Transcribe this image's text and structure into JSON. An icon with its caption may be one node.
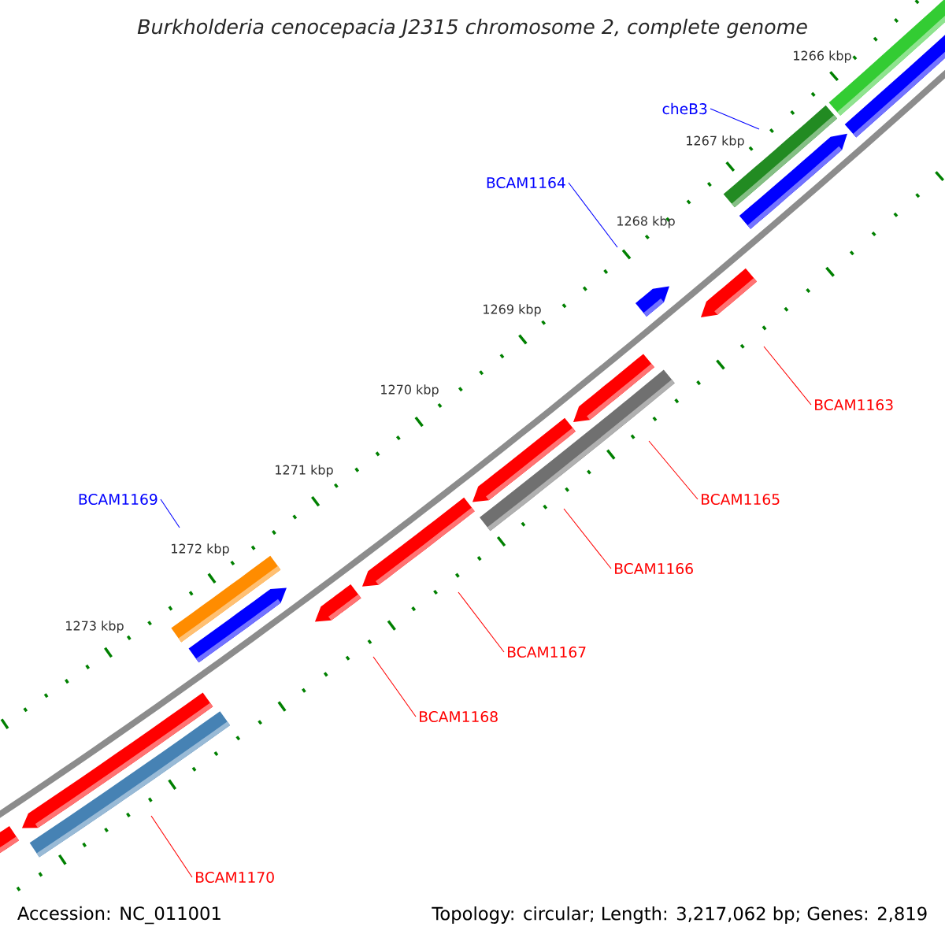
{
  "diagram": {
    "title": "Burkholderia cenocepacia J2315 chromosome 2, complete genome",
    "nodes": [
      {
        "text": [
          "cheB3"
        ]
      },
      {
        "text": [
          "BCAM1164"
        ]
      },
      {
        "text": [
          "BCAM1163"
        ]
      },
      {
        "text": [
          "BCAM1165"
        ]
      },
      {
        "text": [
          "BCAM1166"
        ]
      },
      {
        "text": [
          "BCAM1167"
        ]
      },
      {
        "text": [
          "BCAM1168"
        ]
      },
      {
        "text": [
          "BCAM1169"
        ]
      },
      {
        "text": [
          "BCAM1170"
        ]
      }
    ],
    "edges": [
      {
        "from": 0,
        "to": null,
        "arrow": "none",
        "color": "#0000ff"
      },
      {
        "from": 1,
        "to": null,
        "arrow": "none",
        "color": "#0000ff"
      },
      {
        "from": 2,
        "to": null,
        "arrow": "none"
      },
      {
        "from": 3,
        "to": null,
        "arrow": "none"
      },
      {
        "from": 4,
        "to": null,
        "arrow": "none"
      },
      {
        "from": 5,
        "to": null,
        "arrow": "none"
      },
      {
        "from": 6,
        "to": null,
        "arrow": "none"
      },
      {
        "from": 7,
        "to": null,
        "arrow": "none",
        "color": "#0000ff"
      },
      {
        "from": 8,
        "to": null,
        "arrow": "none"
      }
    ],
    "labels": [
      "1266 kbp",
      "1267 kbp",
      "1268 kbp",
      "1269 kbp",
      "1270 kbp",
      "1271 kbp",
      "1272 kbp",
      "1273 kbp",
      "Accession: NC_011001",
      "Topology: circular; Length: 3,217,062 bp; Genes: 2,819"
    ]
  }
}
